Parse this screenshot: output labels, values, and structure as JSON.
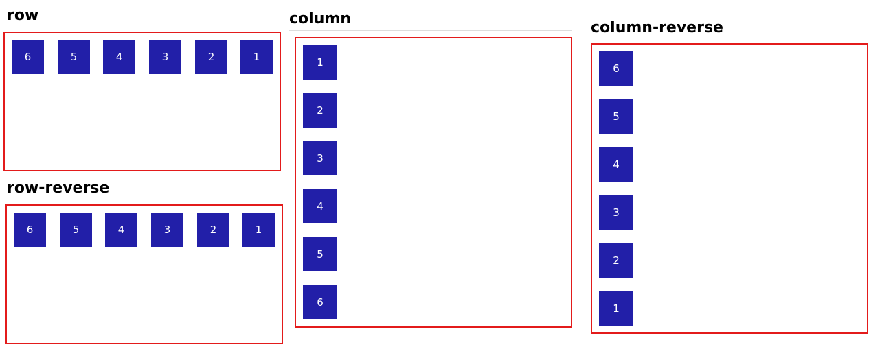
{
  "sections": {
    "row": {
      "title": "row",
      "items": [
        "6",
        "5",
        "4",
        "3",
        "2",
        "1"
      ]
    },
    "row_reverse": {
      "title": "row-reverse",
      "items": [
        "6",
        "5",
        "4",
        "3",
        "2",
        "1"
      ]
    },
    "column": {
      "title": "column",
      "items": [
        "1",
        "2",
        "3",
        "4",
        "5",
        "6"
      ]
    },
    "column_reverse": {
      "title": "column-reverse",
      "items": [
        "6",
        "5",
        "4",
        "3",
        "2",
        "1"
      ]
    }
  },
  "colors": {
    "border": "#e31b1b",
    "box": "#221fa8",
    "box_text": "#ffffff"
  }
}
